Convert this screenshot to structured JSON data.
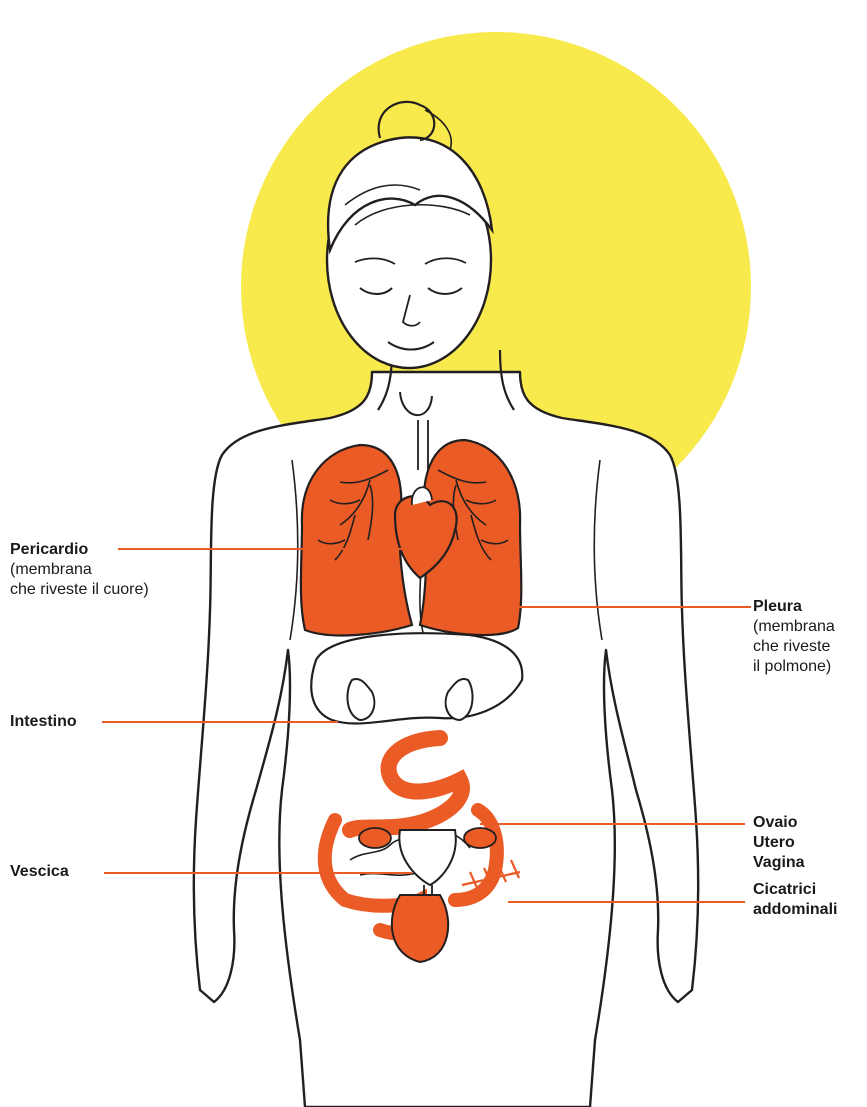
{
  "colors": {
    "sun": "#f8ea4c",
    "organ": "#ea5b25",
    "leader": "#ea5b25",
    "outline": "#231f20",
    "text": "#1a1a1a"
  },
  "labels": {
    "pericardio": {
      "title": "Pericardio",
      "line1": "(membrana",
      "line2": "che riveste il cuore)"
    },
    "pleura": {
      "title": "Pleura",
      "line1": "(membrana",
      "line2": "che riveste",
      "line3": "il polmone)"
    },
    "intestino": {
      "title": "Intestino"
    },
    "vescica": {
      "title": "Vescica"
    },
    "reproductive": {
      "ovaio": "Ovaio",
      "utero": "Utero",
      "vagina": "Vagina"
    },
    "cicatrici": {
      "line1": "Cicatrici",
      "line2": "addominali"
    }
  }
}
